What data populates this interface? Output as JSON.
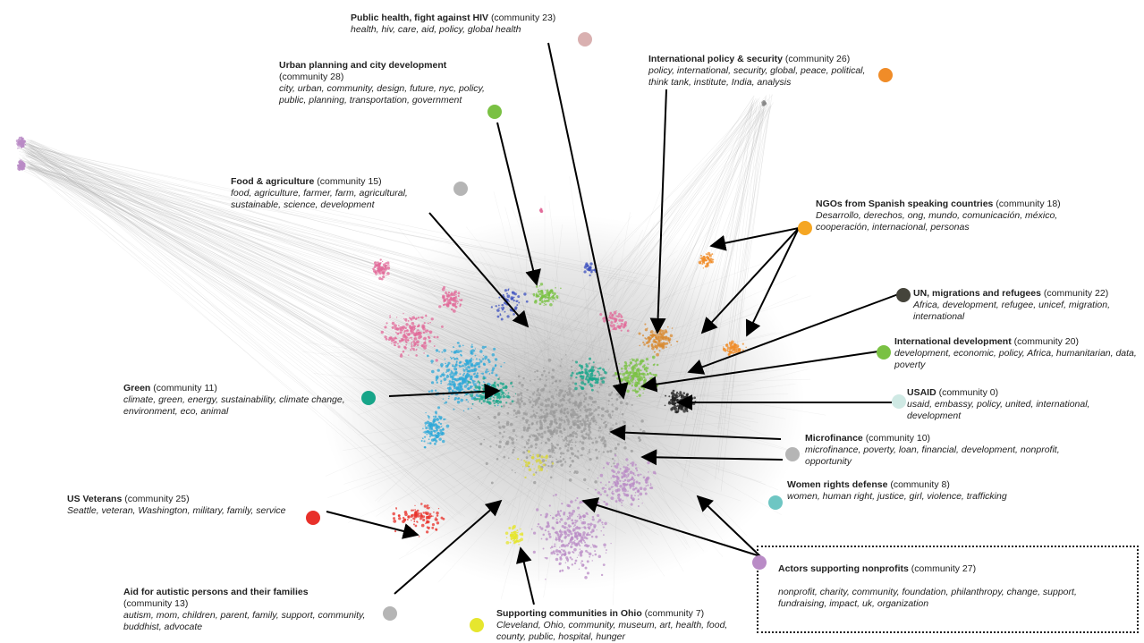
{
  "communities": [
    {
      "id": "c23",
      "title": "Public health, fight against HIV",
      "community": "(community 23)",
      "keywords": "health, hiv, care, aid, policy, global health",
      "color": "#d9b0b0"
    },
    {
      "id": "c28",
      "title": "Urban planning and city development",
      "community": "(community 28)",
      "keywords": "city, urban, community, design, future, nyc, policy, public, planning, transportation, government",
      "color": "#7ac143"
    },
    {
      "id": "c26",
      "title": "International policy & security",
      "community": "(community 26)",
      "keywords": "policy, international, security, global, peace, political, think tank, institute, India, analysis",
      "color": "#f08c28"
    },
    {
      "id": "c15",
      "title": "Food & agriculture",
      "community": "(community 15)",
      "keywords": "food, agriculture, farmer, farm, agricultural, sustainable, science, development",
      "color": "#b5b5b5"
    },
    {
      "id": "c18",
      "title": "NGOs from Spanish speaking countries",
      "community": "(community 18)",
      "keywords": "Desarrollo, derechos, ong, mundo, comunicación, méxico, cooperación, internacional, personas",
      "color": "#f5a623"
    },
    {
      "id": "c22",
      "title": "UN, migrations and refugees",
      "community": "(community 22)",
      "keywords": "Africa, development, refugee, unicef, migration, international",
      "color": "#45443b"
    },
    {
      "id": "c20",
      "title": "International development",
      "community": "(community 20)",
      "keywords": "development, economic, policy, Africa, humanitarian, data, poverty",
      "color": "#7ac143"
    },
    {
      "id": "c11",
      "title": "Green",
      "community": "(community 11)",
      "keywords": "climate, green, energy, sustainability, climate change, environment, eco, animal",
      "color": "#17a589"
    },
    {
      "id": "c0",
      "title": "USAID",
      "community": "(community 0)",
      "keywords": "usaid, embassy, policy, united, international, development",
      "color": "#cfe9e4"
    },
    {
      "id": "c10",
      "title": "Microfinance",
      "community": "(community 10)",
      "keywords": "microfinance, poverty, loan, financial, development, nonprofit, opportunity",
      "color": "#b5b5b5"
    },
    {
      "id": "c8",
      "title": "Women rights defense",
      "community": "(community 8)",
      "keywords": "women, human right, justice, girl, violence, trafficking",
      "color": "#6ec6c3"
    },
    {
      "id": "c25",
      "title": "US Veterans",
      "community": "(community 25)",
      "keywords": "Seattle, veteran, Washington, military, family, service",
      "color": "#e8302a"
    },
    {
      "id": "c27",
      "title": "Actors supporting nonprofits",
      "community": "(community 27)",
      "keywords": "nonprofit, charity, community, foundation, philanthropy, change, support, fundraising, impact, uk, organization",
      "color": "#b98bc6"
    },
    {
      "id": "c13",
      "title": "Aid for autistic persons and their families",
      "community": "(community 13)",
      "keywords": "autism, mom, children, parent, family, support, community, buddhist, advocate",
      "color": "#b5b5b5"
    },
    {
      "id": "c7",
      "title": "Supporting communities in Ohio",
      "community": "(community 7)",
      "keywords": "Cleveland, Ohio, community, museum, art, health, food, county, public, hospital, hunger",
      "color": "#e6e62e"
    }
  ]
}
